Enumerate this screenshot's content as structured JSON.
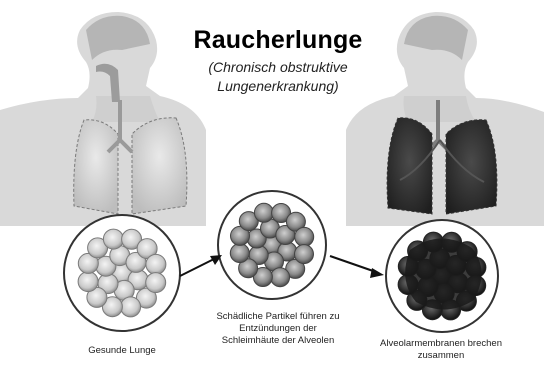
{
  "title": "Raucherlunge",
  "subtitle": "(Chronisch obstruktive Lungenerkrankung)",
  "stages": [
    {
      "label": "Gesunde Lunge"
    },
    {
      "label": "Schädliche Partikel führen zu Entzündungen der Schleimhäute der Alveolen"
    },
    {
      "label": "Alveolarmembranen brechen zusammen"
    }
  ]
}
